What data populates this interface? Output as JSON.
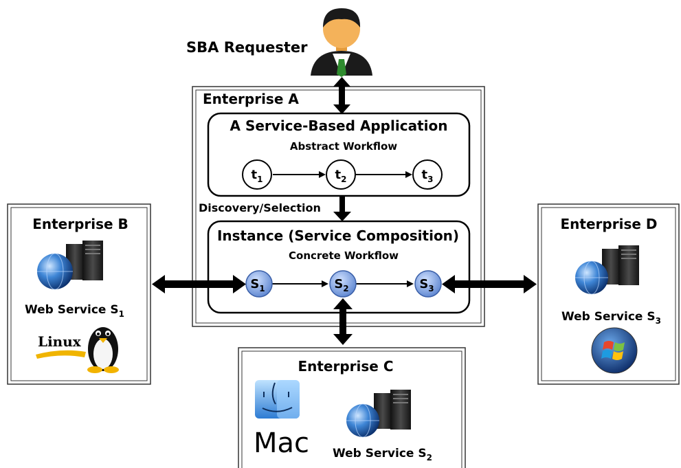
{
  "requester": {
    "label": "SBA Requester"
  },
  "enterprise_a": {
    "title": "Enterprise A",
    "application": {
      "title": "A Service-Based Application",
      "subtitle": "Abstract Workflow",
      "tasks": [
        {
          "base": "t",
          "sub": "1"
        },
        {
          "base": "t",
          "sub": "2"
        },
        {
          "base": "t",
          "sub": "3"
        }
      ]
    },
    "discovery_label": "Discovery/Selection",
    "instance": {
      "title": "Instance (Service Composition)",
      "subtitle": "Concrete Workflow",
      "services": [
        {
          "base": "S",
          "sub": "1"
        },
        {
          "base": "S",
          "sub": "2"
        },
        {
          "base": "S",
          "sub": "3"
        }
      ]
    }
  },
  "enterprise_b": {
    "title": "Enterprise B",
    "service": {
      "base": "Web Service S",
      "sub": "1"
    },
    "os_logo_text": "Linux"
  },
  "enterprise_c": {
    "title": "Enterprise C",
    "service": {
      "base": "Web Service S",
      "sub": "2"
    },
    "os_logo_text": "Mac"
  },
  "enterprise_d": {
    "title": "Enterprise D",
    "service": {
      "base": "Web Service S",
      "sub": "3"
    }
  },
  "colors": {
    "service_node": "#6f95d6",
    "globe": "#2e6fb8",
    "server": "#2a2a2a",
    "skin": "#f4b25a",
    "suit": "#1b1b1b",
    "tie": "#2e8b2e"
  }
}
